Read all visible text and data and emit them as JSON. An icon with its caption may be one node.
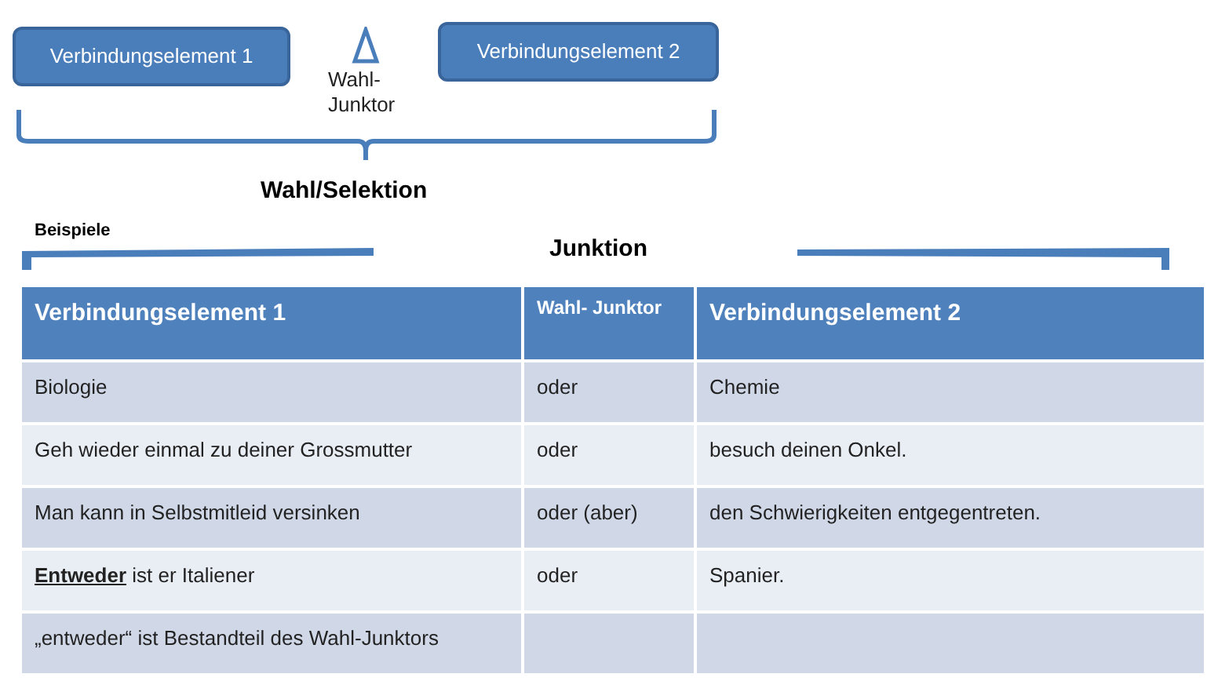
{
  "diagram": {
    "nodes": [
      {
        "text": [
          "Verbindungselement 1"
        ]
      },
      {
        "text": [
          "Wahl- Junktor"
        ]
      },
      {
        "text": [
          "Verbindungselement 2"
        ]
      }
    ],
    "labels": [
      "Wahl/Selektion",
      "Beispiele",
      "Junktion",
      "Verbindungselement 1",
      "Wahl- Junktor",
      "Verbindungselement 2",
      "Biologie",
      "oder",
      "Chemie",
      "Geh wieder einmal zu deiner Grossmutter",
      "oder",
      "besuch deinen Onkel.",
      "Man kann in Selbstmitleid versinken",
      "oder (aber)",
      "den Schwierigkeiten entgegentreten.",
      "**Entweder** ist er Italiener",
      "oder",
      "Spanier.",
      "„entweder“ ist Bestandteil des Wahl-Junktors"
    ]
  }
}
